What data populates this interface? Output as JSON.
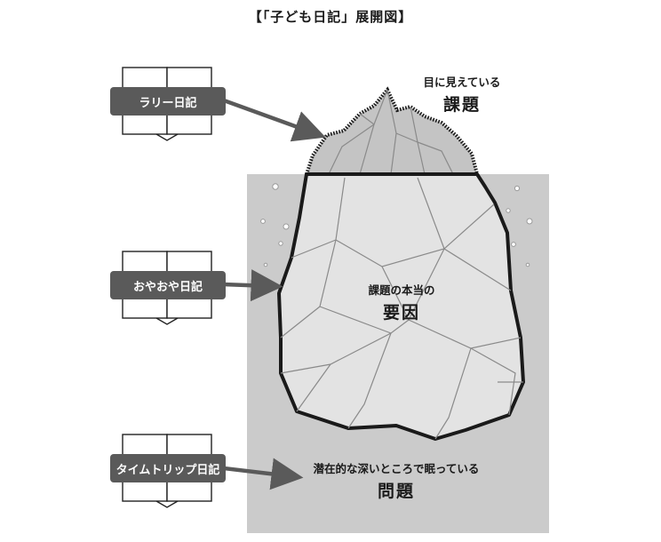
{
  "title": "【「子ども日記」展開図】",
  "diaries": [
    {
      "label": "ラリー日記"
    },
    {
      "label": "おやおや日記"
    },
    {
      "label": "タイムトリップ日記"
    }
  ],
  "captions": {
    "top": {
      "small": "目に見えている",
      "big": "課題"
    },
    "middle": {
      "small": "課題の本当の",
      "big": "要因"
    },
    "bottom": {
      "small": "潜在的な深いところで眠っている",
      "big": "問題"
    }
  },
  "colors": {
    "water": "#cbcbcb",
    "ice": "#e3e3e3",
    "tip": "#c4c4c4",
    "outline": "#1a1a1a",
    "label_bg": "#5a5a5a"
  },
  "icons": [
    "open-book-icon",
    "arrow-right-icon",
    "bubble-icon"
  ]
}
